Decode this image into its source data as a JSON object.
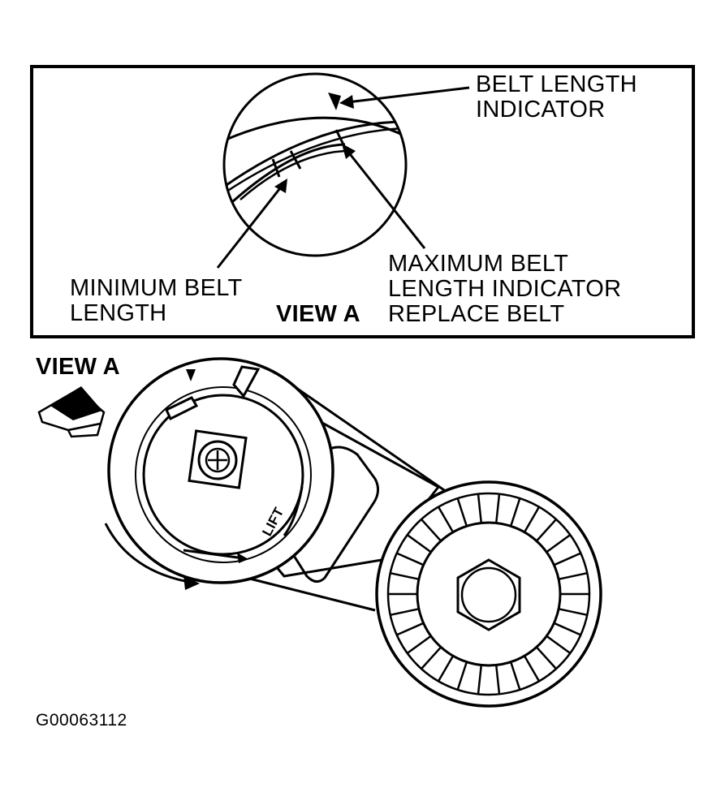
{
  "inset": {
    "title": "VIEW A",
    "belt_length_indicator": [
      "BELT LENGTH",
      "INDICATOR"
    ],
    "minimum_belt_length": [
      "MINIMUM BELT",
      "LENGTH"
    ],
    "maximum_belt_length": [
      "MAXIMUM BELT",
      "LENGTH INDICATOR",
      "REPLACE BELT"
    ]
  },
  "main": {
    "view_a_callout": "VIEW A",
    "lift_label": "LIFT"
  },
  "figure_code": "G00063112"
}
